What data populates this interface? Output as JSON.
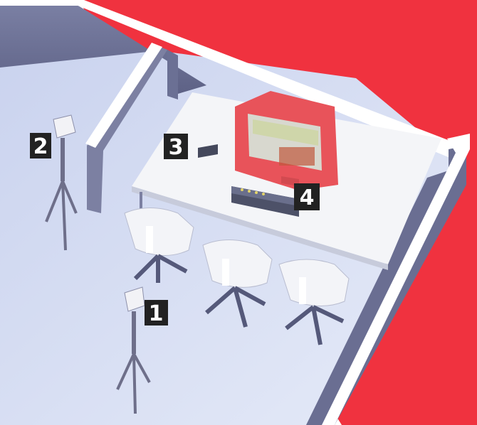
{
  "colors": {
    "background": "#ffffff",
    "outside": "#f0323f",
    "floor": "#d9e0f4",
    "wall_top": "#ffffff",
    "wall_side": "#6a6e92",
    "desk": "#f4f5f8",
    "monitor": "#e8535a",
    "chair": "#f3f4f8",
    "tripod": "#6e6f8a",
    "label_bg": "#222222",
    "label_text": "#ffffff"
  },
  "labels": {
    "camera_front": "1",
    "camera_side": "2",
    "eye_tracker": "3",
    "keyboard": "4"
  },
  "icons": [
    "camera-icon",
    "monitor-icon",
    "keyboard-icon",
    "chair-icon",
    "eye-tracker-icon"
  ]
}
